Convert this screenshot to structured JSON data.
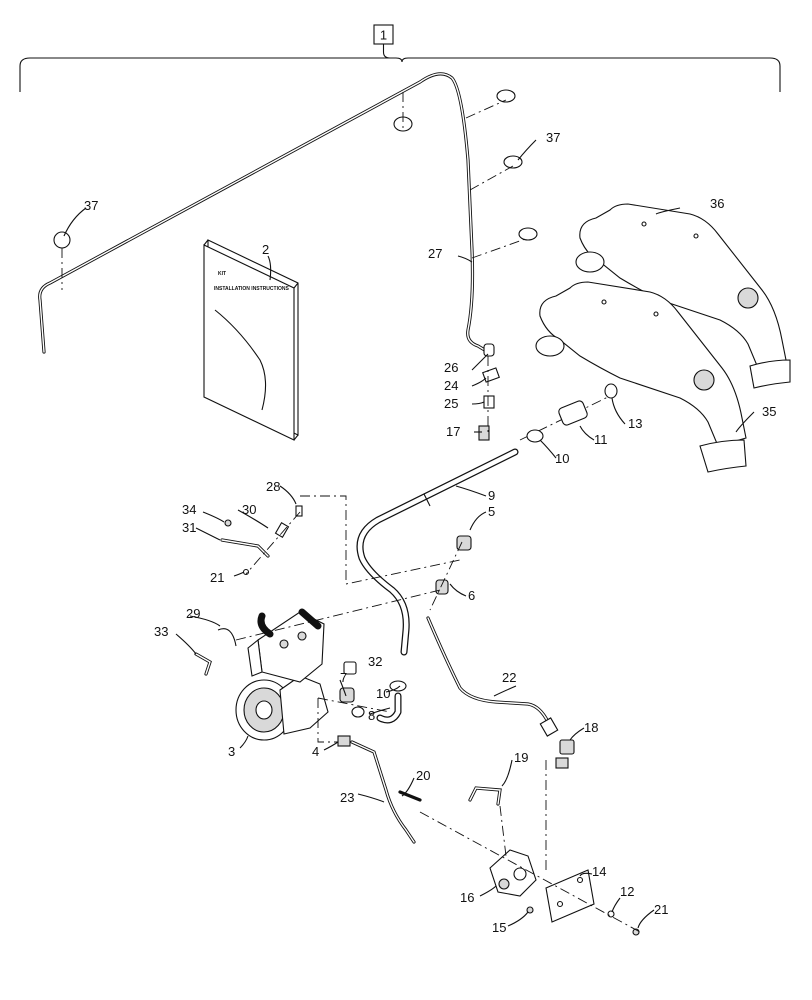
{
  "reference": {
    "number": "1"
  },
  "manual": {
    "line1": "KIT",
    "line2": "INSTALLATION INSTRUCTIONS"
  },
  "callouts": {
    "c2": "2",
    "c3": "3",
    "c4": "4",
    "c5": "5",
    "c6": "6",
    "c7": "7",
    "c8": "8",
    "c9": "9",
    "c10a": "10",
    "c10b": "10",
    "c11": "11",
    "c12": "12",
    "c13": "13",
    "c14": "14",
    "c15": "15",
    "c16": "16",
    "c17": "17",
    "c18": "18",
    "c19": "19",
    "c20": "20",
    "c21a": "21",
    "c21b": "21",
    "c22": "22",
    "c23": "23",
    "c24": "24",
    "c25": "25",
    "c26": "26",
    "c27": "27",
    "c28": "28",
    "c29": "29",
    "c30": "30",
    "c31": "31",
    "c32": "32",
    "c33": "33",
    "c34": "34",
    "c35": "35",
    "c36": "36",
    "c37a": "37",
    "c37b": "37"
  }
}
